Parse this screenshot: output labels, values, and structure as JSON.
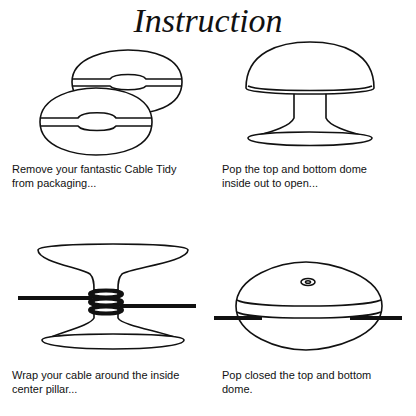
{
  "diagram": {
    "title": "Instruction",
    "labels": [
      "Remove your fantastic Cable Tidy from packaging...",
      "Pop the top and bottom dome inside out to open...",
      "Wrap your cable around the inside center pillar...",
      "Pop closed the top and bottom dome."
    ]
  }
}
